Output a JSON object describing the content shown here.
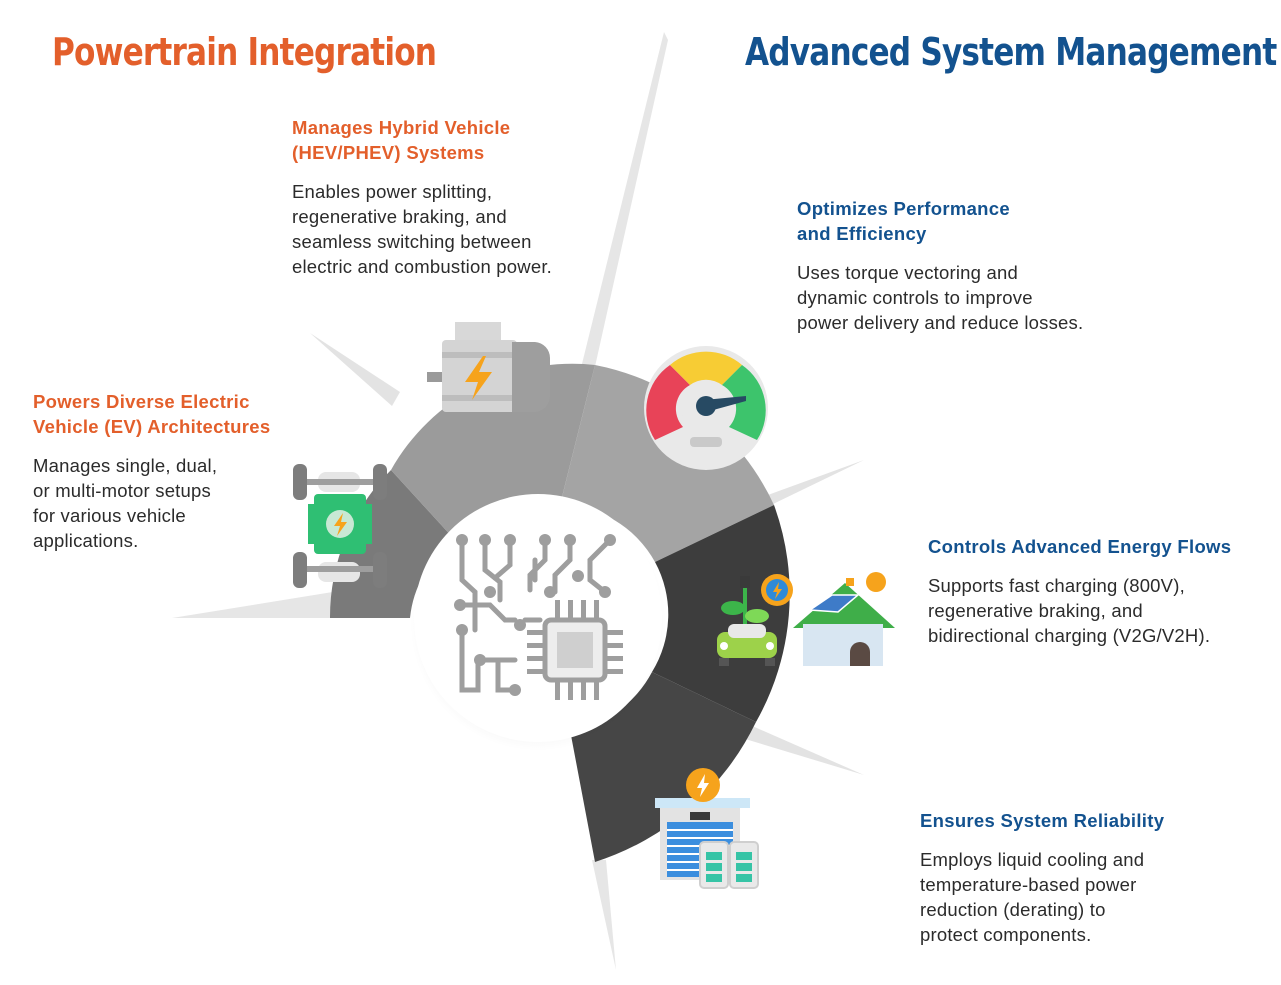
{
  "headings": {
    "left": "Powertrain Integration",
    "right": "Advanced System Management"
  },
  "items": [
    {
      "title": "Manages Hybrid Vehicle\n(HEV/PHEV) Systems",
      "text": "Enables power splitting,\nregenerative braking, and\nseamless switching between\nelectric and combustion power.",
      "icon": "electric-motor-icon"
    },
    {
      "title": "Powers Diverse Electric\nVehicle (EV) Architectures",
      "text": "Manages single, dual,\nor multi-motor setups\nfor various vehicle\napplications.",
      "icon": "ev-chassis-icon"
    },
    {
      "title": "Optimizes Performance\nand Efficiency",
      "text": "Uses torque vectoring and\ndynamic controls to improve\npower delivery and reduce losses.",
      "icon": "gauge-icon"
    },
    {
      "title": "Controls Advanced Energy Flows",
      "text": "Supports fast charging (800V),\nregenerative braking, and\nbidirectional charging (V2G/V2H).",
      "icon": "ev-house-charging-icon"
    },
    {
      "title": "Ensures System Reliability",
      "text": "Employs liquid cooling and\ntemperature-based power\nreduction (derating) to\nprotect components.",
      "icon": "battery-cooling-icon"
    }
  ],
  "center_icon": "circuit-board-icon",
  "colors": {
    "orange": "#e35f2b",
    "blue": "#13528f",
    "segment_light": "#9b9b9b",
    "segment_mid": "#7a7a7a",
    "segment_dark": "#383838"
  }
}
